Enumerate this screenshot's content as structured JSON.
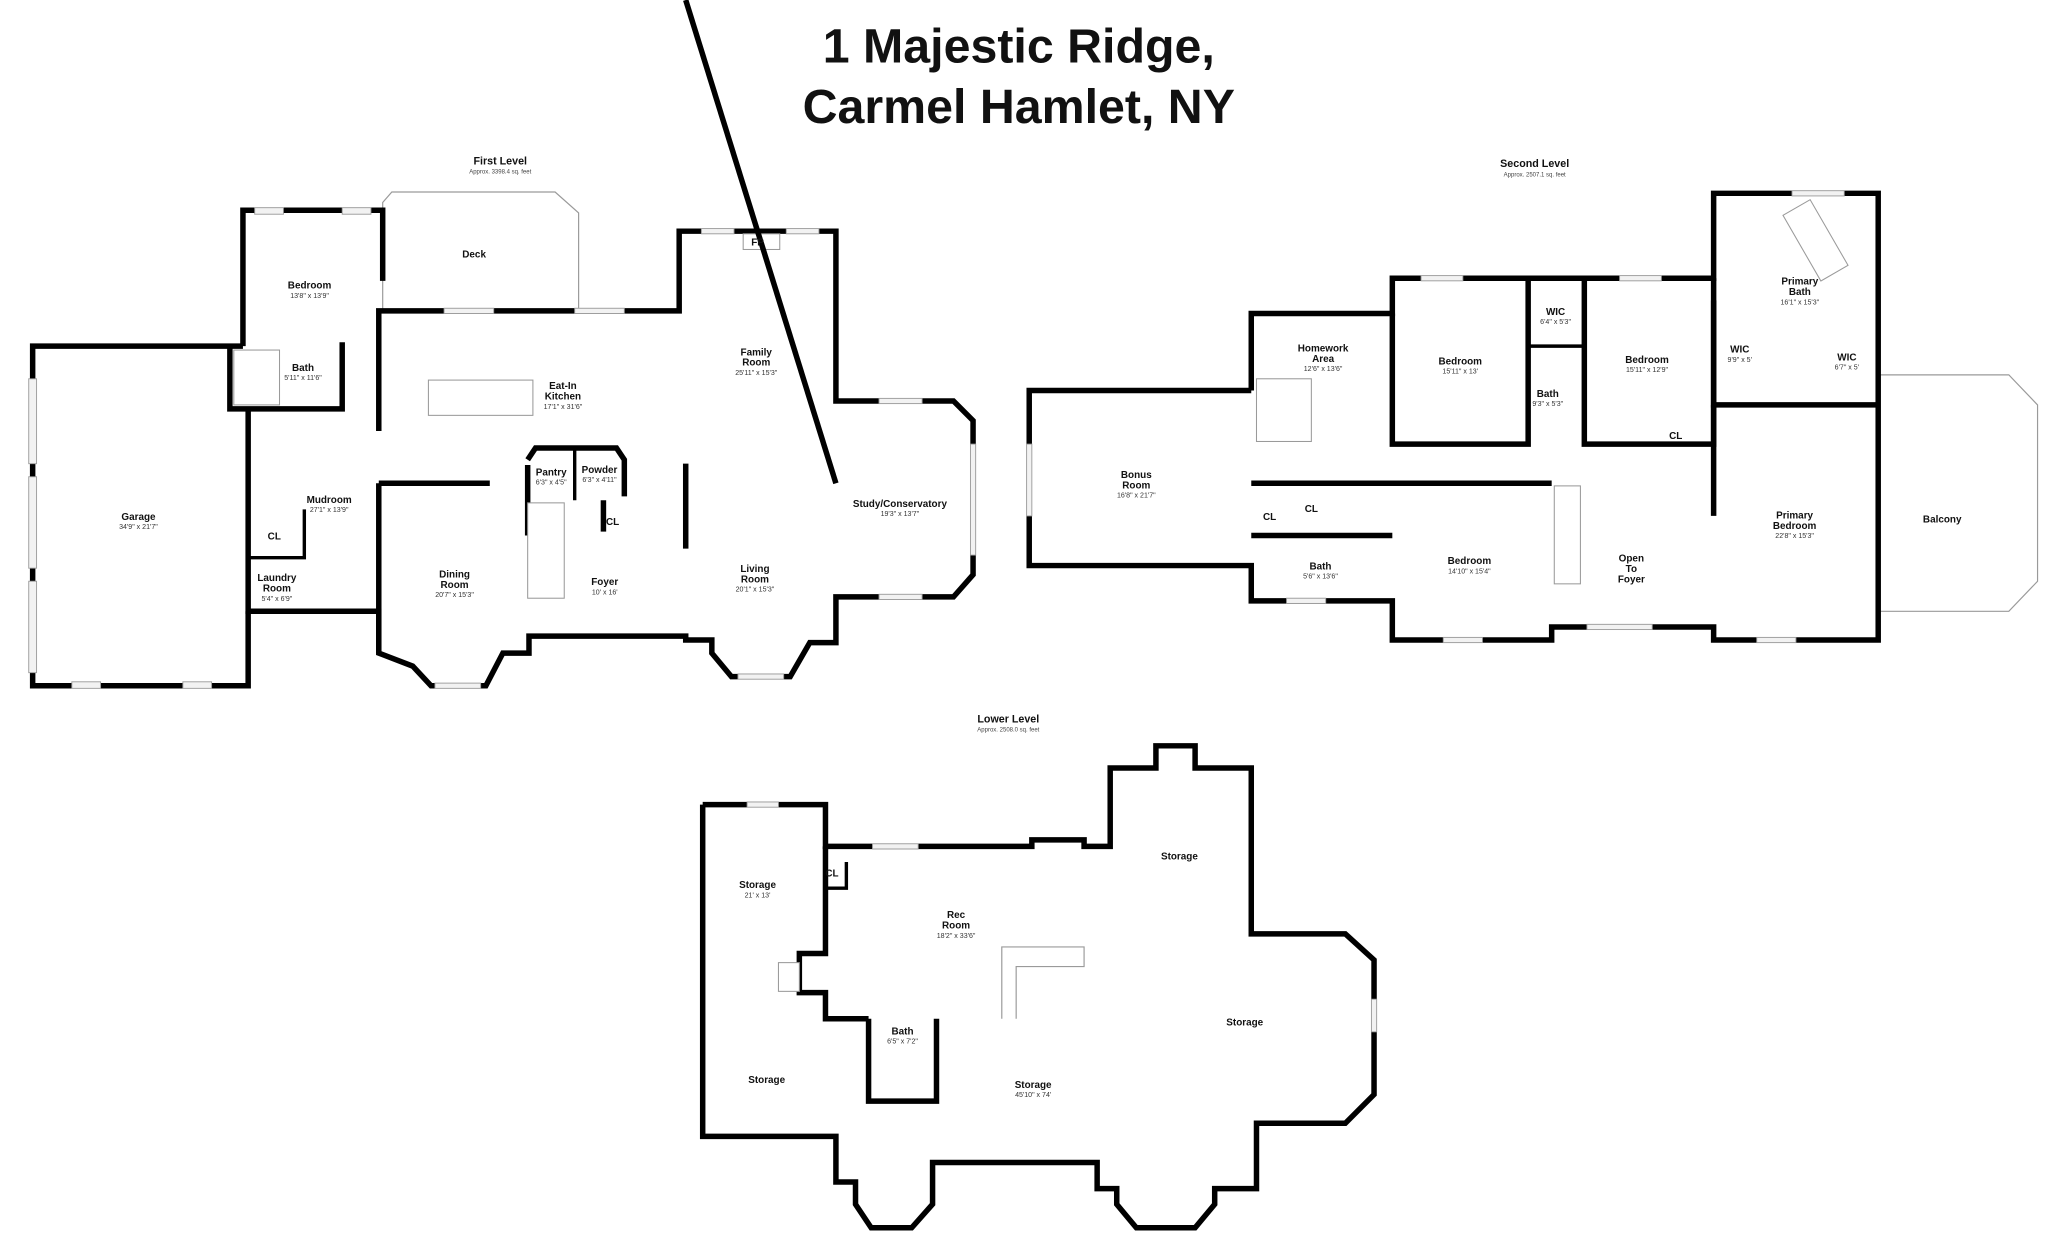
{
  "title": {
    "line1": "1 Majestic Ridge,",
    "line2": "Carmel Hamlet, NY"
  },
  "levels": [
    {
      "name": "First Level",
      "area": "Approx. 3398.4 sq. feet",
      "rooms": [
        {
          "lines": [
            "Deck"
          ]
        },
        {
          "lines": [
            "Bedroom"
          ],
          "dims": "13'8\" x 13'9\""
        },
        {
          "lines": [
            "Bath"
          ],
          "dims": "5'11\" x 11'6\""
        },
        {
          "lines": [
            "Garage"
          ],
          "dims": "34'9\" x 21'7\""
        },
        {
          "lines": [
            "Eat-In",
            "Kitchen"
          ],
          "dims": "17'1\" x 31'6\""
        },
        {
          "lines": [
            "Family",
            "Room"
          ],
          "dims": "25'11\" x 15'3\""
        },
        {
          "lines": [
            "FP"
          ]
        },
        {
          "lines": [
            "Pantry"
          ],
          "dims": "6'3\" x 4'5\""
        },
        {
          "lines": [
            "Powder"
          ],
          "dims": "6'3\" x 4'11\""
        },
        {
          "lines": [
            "CL"
          ]
        },
        {
          "lines": [
            "Mudroom"
          ],
          "dims": "27'1\" x 13'9\""
        },
        {
          "lines": [
            "CL"
          ]
        },
        {
          "lines": [
            "Laundry",
            "Room"
          ],
          "dims": "5'4\" x 6'9\""
        },
        {
          "lines": [
            "Dining",
            "Room"
          ],
          "dims": "20'7\" x 15'3\""
        },
        {
          "lines": [
            "Foyer"
          ],
          "dims": "10' x 16'"
        },
        {
          "lines": [
            "Living",
            "Room"
          ],
          "dims": "20'1\" x 15'3\""
        },
        {
          "lines": [
            "Study/Conservatory"
          ],
          "dims": "19'3\" x 13'7\""
        }
      ]
    },
    {
      "name": "Second Level",
      "area": "Approx. 2507.1 sq. feet",
      "rooms": [
        {
          "lines": [
            "Bonus",
            "Room"
          ],
          "dims": "16'8\" x 21'7\""
        },
        {
          "lines": [
            "Homework",
            "Area"
          ],
          "dims": "12'6\" x 13'6\""
        },
        {
          "lines": [
            "Bedroom"
          ],
          "dims": "15'11\" x 13'"
        },
        {
          "lines": [
            "WIC"
          ],
          "dims": "6'4\" x 5'3\""
        },
        {
          "lines": [
            "Bath"
          ],
          "dims": "9'3\" x 5'3\""
        },
        {
          "lines": [
            "Bedroom"
          ],
          "dims": "15'11\" x 12'9\""
        },
        {
          "lines": [
            "CL"
          ]
        },
        {
          "lines": [
            "Primary",
            "Bath"
          ],
          "dims": "16'1\" x 15'3\""
        },
        {
          "lines": [
            "WIC"
          ],
          "dims": "9'9\" x 5'"
        },
        {
          "lines": [
            "WIC"
          ],
          "dims": "6'7\" x 5'"
        },
        {
          "lines": [
            "Balcony"
          ]
        },
        {
          "lines": [
            "Primary",
            "Bedroom"
          ],
          "dims": "22'8\" x 15'3\""
        },
        {
          "lines": [
            "CL"
          ]
        },
        {
          "lines": [
            "CL"
          ]
        },
        {
          "lines": [
            "Bath"
          ],
          "dims": "5'6\" x 13'6\""
        },
        {
          "lines": [
            "Bedroom"
          ],
          "dims": "14'10\" x 15'4\""
        },
        {
          "lines": [
            "Open",
            "To",
            "Foyer"
          ]
        }
      ]
    },
    {
      "name": "Lower Level",
      "area": "Approx. 2508.0 sq. feet",
      "rooms": [
        {
          "lines": [
            "Storage"
          ],
          "dims": "21' x 13'"
        },
        {
          "lines": [
            "CL"
          ]
        },
        {
          "lines": [
            "Rec",
            "Room"
          ],
          "dims": "18'2\" x 33'6\""
        },
        {
          "lines": [
            "Storage"
          ]
        },
        {
          "lines": [
            "Bath"
          ],
          "dims": "6'5\" x 7'2\""
        },
        {
          "lines": [
            "Storage"
          ]
        },
        {
          "lines": [
            "Storage"
          ]
        },
        {
          "lines": [
            "Storage"
          ],
          "dims": "45'10\" x 74'"
        }
      ]
    }
  ]
}
